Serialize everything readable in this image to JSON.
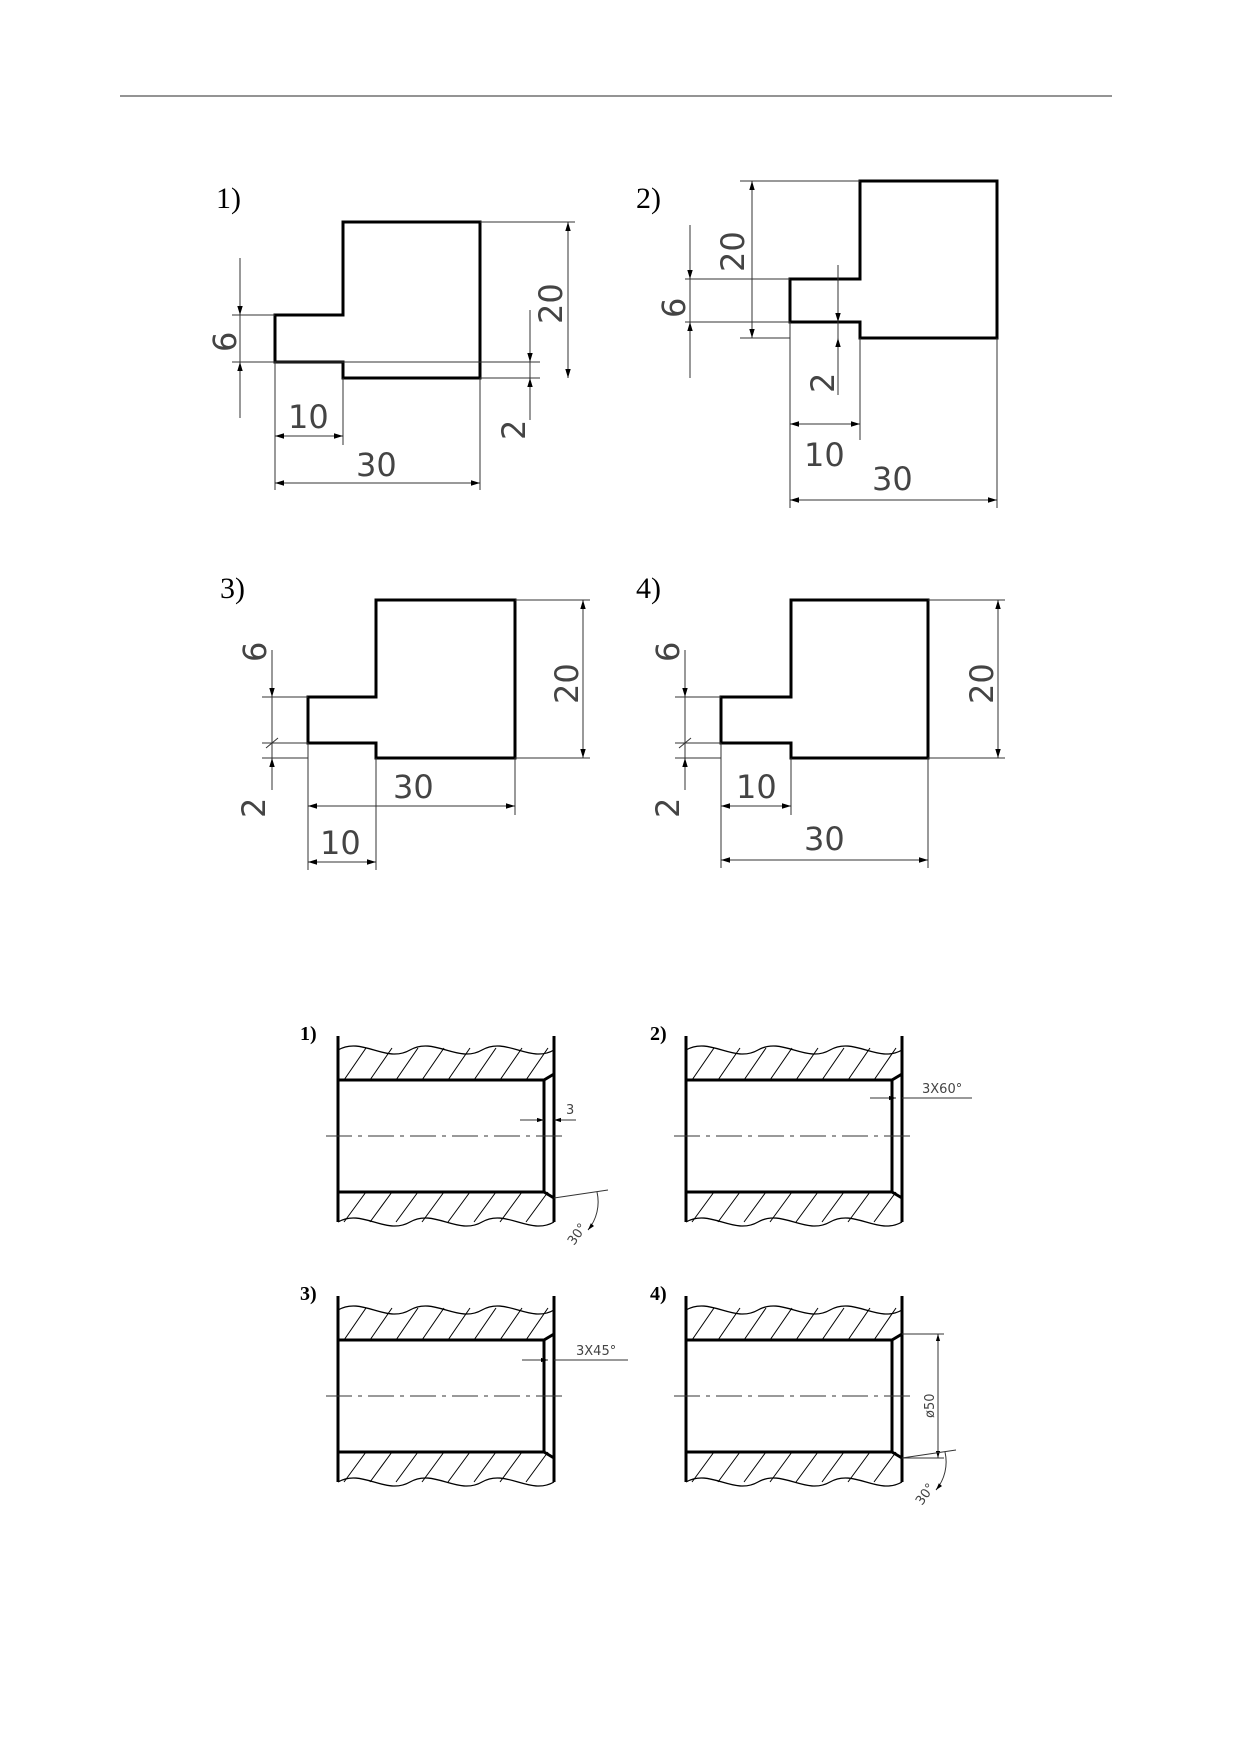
{
  "set_a": {
    "figures": [
      {
        "label": "1)",
        "dims": {
          "d20": "20",
          "d6": "6",
          "d2": "2",
          "d10": "10",
          "d30": "30"
        }
      },
      {
        "label": "2)",
        "dims": {
          "d20": "20",
          "d6": "6",
          "d2": "2",
          "d10": "10",
          "d30": "30"
        }
      },
      {
        "label": "3)",
        "dims": {
          "d20": "20",
          "d6": "6",
          "d2": "2",
          "d10": "10",
          "d30": "30"
        }
      },
      {
        "label": "4)",
        "dims": {
          "d20": "20",
          "d6": "6",
          "d2": "2",
          "d10": "10",
          "d30": "30"
        }
      }
    ]
  },
  "set_b": {
    "figures": [
      {
        "label": "1)",
        "dims": {
          "chamfer": "3",
          "angle": "30°"
        }
      },
      {
        "label": "2)",
        "dims": {
          "chamfer": "3X60°"
        }
      },
      {
        "label": "3)",
        "dims": {
          "chamfer": "3X45°"
        }
      },
      {
        "label": "4)",
        "dims": {
          "diameter": "ø50",
          "angle": "30°"
        }
      }
    ]
  },
  "colors": {
    "line": "#000000",
    "thin": "#333333",
    "text": "#444444",
    "header_rule": "#555555"
  }
}
